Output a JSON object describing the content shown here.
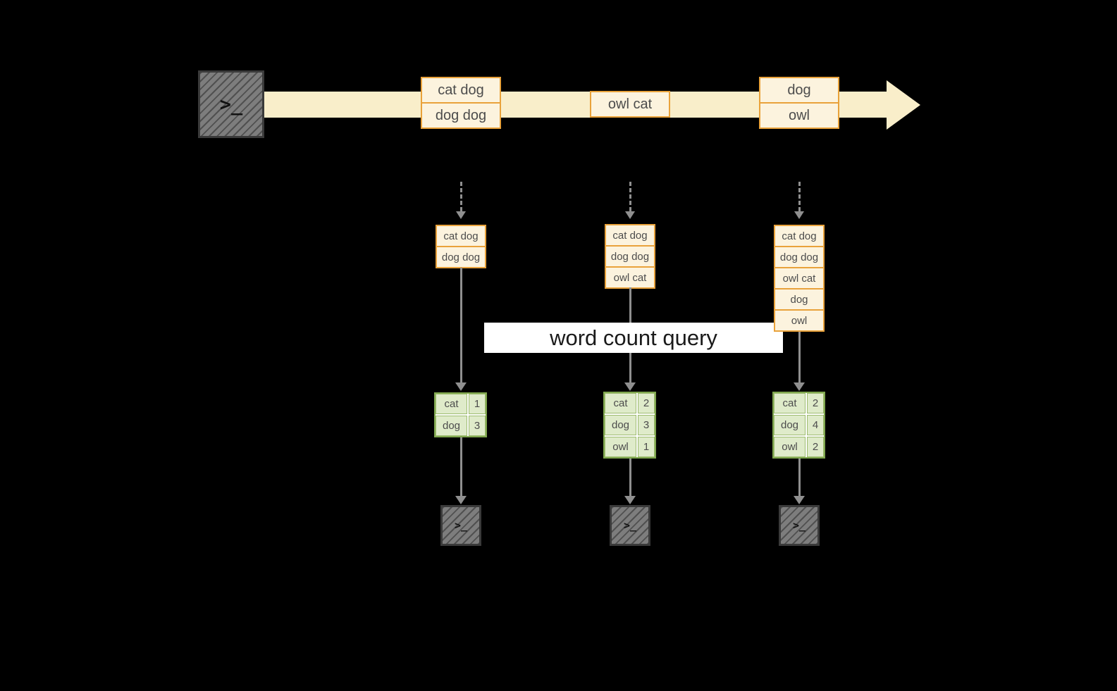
{
  "banner": {
    "label": "word count query"
  },
  "icons": {
    "terminal": ">_"
  },
  "colors": {
    "background": "#000000",
    "stream_band": "#F9EECA",
    "message_border": "#E9A23B",
    "message_fill": "#FCF3DE",
    "table_border": "#80A74F",
    "table_fill": "#DFEBCA",
    "arrow_gray": "#8F8F8F",
    "banner_bg": "#FFFFFF",
    "terminal_gray": "#7D7D7D"
  },
  "stream": {
    "groups": [
      {
        "items": [
          "cat dog",
          "dog dog"
        ]
      },
      {
        "items": [
          "owl cat"
        ]
      },
      {
        "items": [
          "dog",
          "owl"
        ]
      }
    ]
  },
  "pipelines": [
    {
      "buffer": [
        "cat dog",
        "dog dog"
      ],
      "counts": [
        {
          "word": "cat",
          "count": 1
        },
        {
          "word": "dog",
          "count": 3
        }
      ]
    },
    {
      "buffer": [
        "cat dog",
        "dog dog",
        "owl cat"
      ],
      "counts": [
        {
          "word": "cat",
          "count": 2
        },
        {
          "word": "dog",
          "count": 3
        },
        {
          "word": "owl",
          "count": 1
        }
      ]
    },
    {
      "buffer": [
        "cat dog",
        "dog dog",
        "owl cat",
        "dog",
        "owl"
      ],
      "counts": [
        {
          "word": "cat",
          "count": 2
        },
        {
          "word": "dog",
          "count": 4
        },
        {
          "word": "owl",
          "count": 2
        }
      ]
    }
  ]
}
